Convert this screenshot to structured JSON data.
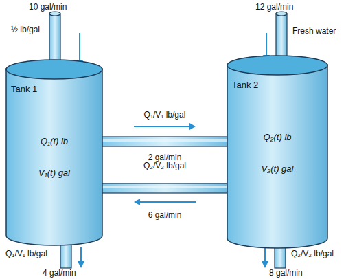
{
  "diagram": {
    "nodes": [
      {
        "text": [
          "Tank 1",
          "Q₁(t) lb",
          "V₁(t) gal"
        ]
      },
      {
        "text": [
          "Tank 2",
          "Q₂(t) lb",
          "V₂(t) gal"
        ]
      }
    ],
    "edges": [
      {
        "from": 0,
        "to": 1,
        "arrow": "to",
        "label": "2 gal/min"
      },
      {
        "from": 1,
        "to": 0,
        "arrow": "to",
        "label": "6 gal/min"
      }
    ],
    "labels": [
      "10 gal/min",
      "½ lb/gal",
      "12 gal/min",
      "Fresh water",
      "Q₁/V₁ lb/gal",
      "Q₂/V₂ lb/gal",
      "Q₁/V₁ lb/gal",
      "4 gal/min",
      "Q₂/V₂ lb/gal",
      "8 gal/min"
    ]
  }
}
